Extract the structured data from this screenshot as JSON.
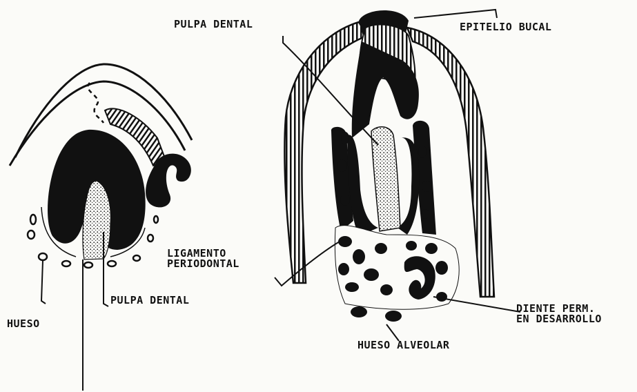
{
  "labels": {
    "left_pulpa": "PULPA DENTAL",
    "left_hueso": "HUESO",
    "right_pulpa": "PULPA DENTAL",
    "epitelio": "EPITELIO BUCAL",
    "ligamento_line1": "LIGAMENTO",
    "ligamento_line2": "PERIODONTAL",
    "diente_line1": "DIENTE PERM.",
    "diente_line2": "EN DESARROLLO",
    "hueso_alveolar": "HUESO ALVEOLAR"
  },
  "colors": {
    "ink": "#111111",
    "paper": "#fbfbf8"
  }
}
